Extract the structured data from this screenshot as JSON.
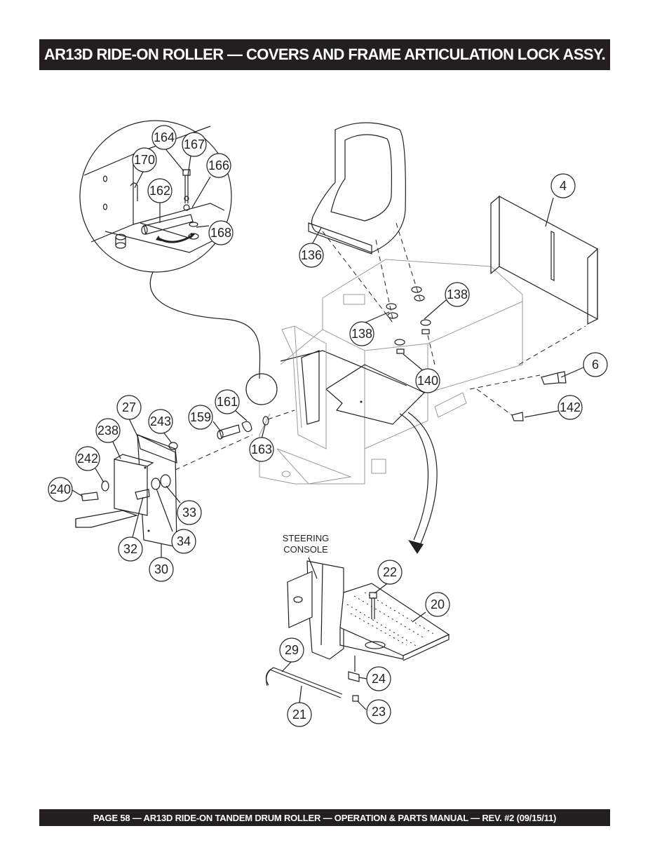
{
  "header": {
    "title": "AR13D RIDE-ON ROLLER — COVERS AND FRAME ARTICULATION LOCK ASSY."
  },
  "footer": {
    "text": "PAGE 58 — AR13D RIDE-ON TANDEM DRUM ROLLER — OPERATION & PARTS MANUAL — REV. #2 (09/15/11)"
  },
  "labels": {
    "steering_line1": "STEERING",
    "steering_line2": "CONSOLE"
  },
  "callouts": [
    "164",
    "167",
    "170",
    "166",
    "162",
    "168",
    "136",
    "4",
    "138",
    "138",
    "140",
    "6",
    "142",
    "27",
    "161",
    "159",
    "243",
    "238",
    "163",
    "242",
    "240",
    "33",
    "34",
    "32",
    "30",
    "22",
    "20",
    "29",
    "24",
    "21",
    "23"
  ]
}
